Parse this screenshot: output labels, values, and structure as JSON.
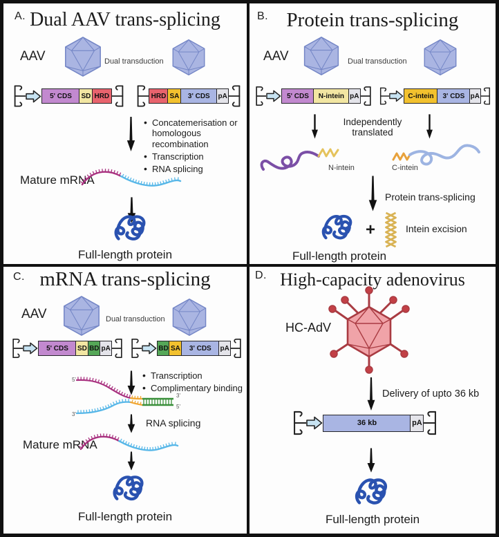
{
  "colors": {
    "seg-purple": "#c289cf",
    "seg-pale": "#f2e6a2",
    "seg-red": "#e8636d",
    "seg-gold": "#f2c12e",
    "seg-blue": "#a9b5e3",
    "seg-gray": "#e4e4ea",
    "seg-green": "#55a758",
    "prom": "#c7e3f2",
    "capsid-fill": "#aab5e2",
    "capsid-edge": "#7486c6",
    "adv-fill": "#f0a3a8",
    "adv-edge": "#a93b42",
    "adv-ball": "#c24046",
    "protein-blue": "#2a52b0",
    "protein-purple": "#7b4fa6",
    "protein-lightblue": "#9db4e2",
    "intein-tail-yellow": "#e5c35c",
    "intein-tail-orange": "#e8a23c",
    "excision-yellow": "#d9b355",
    "mrna-magenta": "#a8307f",
    "mrna-cyan": "#57b7e8",
    "rna-green": "#3a8f3a",
    "rna-orange": "#f0a530",
    "ink": "#1a1a1a"
  },
  "panels": {
    "a": {
      "letter": "A.",
      "title": "Dual AAV trans-splicing",
      "aav": "AAV",
      "transduction": "Dual transduction",
      "left": [
        "5' CDS",
        "SD",
        "HRD"
      ],
      "right": [
        "HRD",
        "SA",
        "3' CDS",
        "pA"
      ],
      "steps": [
        "Concatemerisation or homologous recombination",
        "Transcription",
        "RNA splicing"
      ],
      "mature": "Mature mRNA",
      "full": "Full-length protein"
    },
    "b": {
      "letter": "B.",
      "title": "Protein trans-splicing",
      "aav": "AAV",
      "transduction": "Dual transduction",
      "left": [
        "5' CDS",
        "N-intein",
        "pA"
      ],
      "right": [
        "C-intein",
        "3' CDS",
        "pA"
      ],
      "independently": "Independently translated",
      "n_label": "N-intein",
      "c_label": "C-intein",
      "pts": "Protein trans-splicing",
      "plus": "+",
      "excision": "Intein excision",
      "full": "Full-length protein"
    },
    "c": {
      "letter": "C.",
      "title": "mRNA trans-splicing",
      "aav": "AAV",
      "transduction": "Dual transduction",
      "left": [
        "5' CDS",
        "SD",
        "BD",
        "pA"
      ],
      "right": [
        "BD",
        "SA",
        "3' CDS",
        "pA"
      ],
      "steps": [
        "Transcription",
        "Complimentary binding"
      ],
      "p5": "5'",
      "p3": "3'",
      "rna_splicing": "RNA splicing",
      "mature": "Mature mRNA",
      "full": "Full-length protein"
    },
    "d": {
      "letter": "D.",
      "title": "High-capacity adenovirus",
      "virus": "HC-AdV",
      "delivery": "Delivery of upto 36 kb",
      "box": "36 kb",
      "pa": "pA",
      "full": "Full-length protein"
    }
  }
}
